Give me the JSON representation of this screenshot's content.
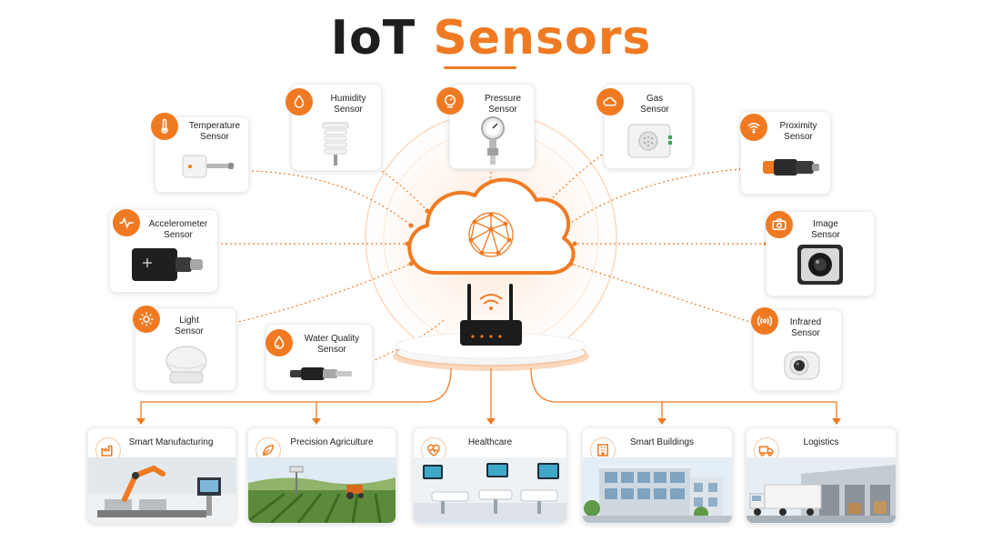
{
  "title": {
    "word1": "IoT",
    "word2": "Sensors"
  },
  "colors": {
    "accent": "#f07a22",
    "dark": "#1e1e1e"
  },
  "sensors": [
    {
      "id": "temperature",
      "label": "Temperature Sensor",
      "icon": "thermometer-icon"
    },
    {
      "id": "humidity",
      "label": "Humidity Sensor",
      "icon": "droplet-icon"
    },
    {
      "id": "pressure",
      "label": "Pressure Sensor",
      "icon": "gauge-icon"
    },
    {
      "id": "gas",
      "label": "Gas Sensor",
      "icon": "gas-cloud-icon"
    },
    {
      "id": "proximity",
      "label": "Proximity Sensor",
      "icon": "wifi-signal-icon"
    },
    {
      "id": "accelerometer",
      "label": "Accelerometer Sensor",
      "icon": "pulse-wave-icon"
    },
    {
      "id": "image",
      "label": "Image Sensor",
      "icon": "camera-icon"
    },
    {
      "id": "light",
      "label": "Light Sensor",
      "icon": "sun-icon"
    },
    {
      "id": "water",
      "label": "Water Quality Sensor",
      "icon": "water-drop-icon"
    },
    {
      "id": "infrared",
      "label": "Infrared Sensor",
      "icon": "infrared-wave-icon"
    }
  ],
  "hub": {
    "cloud_icon": "network-globe-icon",
    "gateway_icon": "wifi-router-icon"
  },
  "applications": [
    {
      "id": "manufacturing",
      "label": "Smart Manufacturing",
      "icon": "factory-icon"
    },
    {
      "id": "agriculture",
      "label": "Precision Agriculture",
      "icon": "leaf-icon"
    },
    {
      "id": "healthcare",
      "label": "Healthcare",
      "icon": "heart-pulse-icon"
    },
    {
      "id": "buildings",
      "label": "Smart Buildings",
      "icon": "building-icon"
    },
    {
      "id": "logistics",
      "label": "Logistics",
      "icon": "truck-icon"
    }
  ]
}
